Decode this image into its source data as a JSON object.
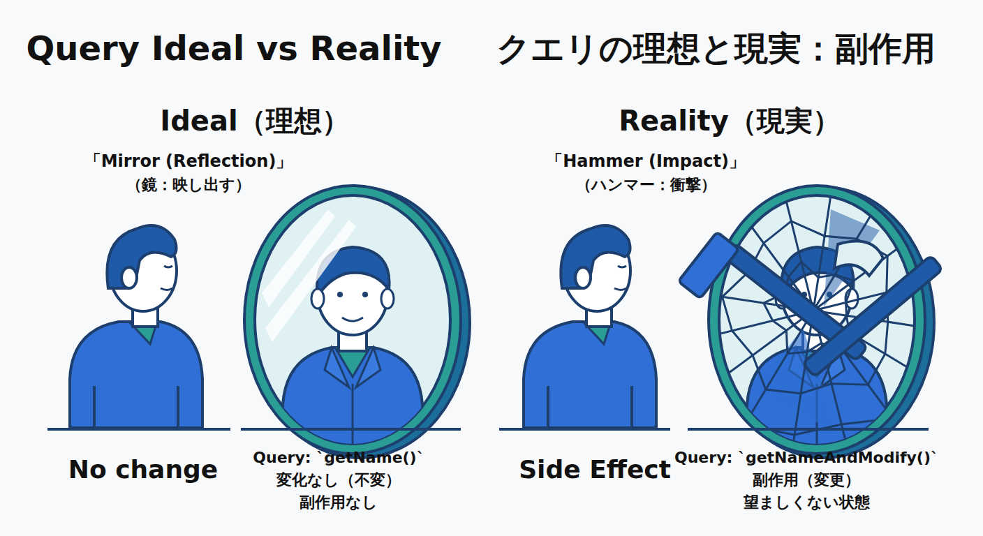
{
  "diagram": {
    "title": "Query Ideal vs Reality",
    "labels": [
      "クエリの理想と現実：副作用",
      "Ideal（理想）",
      "Reality（現実）",
      "「Mirror (Reflection)」",
      "（鏡：映し出す）",
      "「Hammer (Impact)」",
      "（ハンマー：衝撃）",
      "No change",
      "Query: `getName()`",
      "変化なし（不変）",
      "副作用なし",
      "Side Effect",
      "Query: `getNameAndModify()`",
      "副作用（変更）",
      "望ましくない状態"
    ]
  }
}
